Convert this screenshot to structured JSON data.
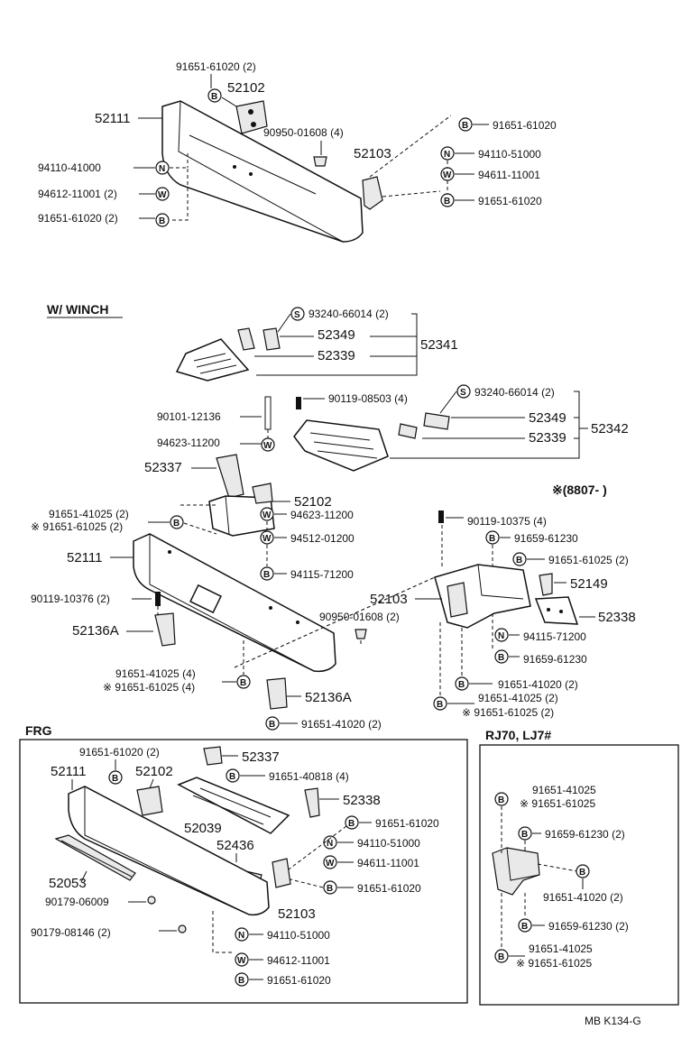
{
  "sections": {
    "winch_title": "W/ WINCH",
    "date_note": "※(8807-       )",
    "frg_title": "FRG",
    "rj70_title": "RJ70, LJ7#"
  },
  "footer": {
    "code": "MB  K134-G"
  },
  "symbols": {
    "B": "B",
    "N": "N",
    "W": "W",
    "S": "S"
  },
  "top": {
    "bolt_52102_label": "91651-61020 (2)",
    "bracket_52102": "52102",
    "bumper_52111": "52111",
    "plug": "90950-01608 (4)",
    "bracket_52103": "52103",
    "nut_left": "94110-41000",
    "washer_left": "94612-11001 (2)",
    "bolt_left": "91651-61020 (2)",
    "bolt_r1": "91651-61020",
    "nut_r": "94110-51000",
    "washer_r": "94611-11001",
    "bolt_r2": "91651-61020"
  },
  "winch": {
    "screw_a": "93240-66014 (2)",
    "p52349_a": "52349",
    "p52339_a": "52339",
    "p52341": "52341",
    "bolt_90119_08503": "90119-08503 (4)",
    "screw_b": "93240-66014 (2)",
    "p52349_b": "52349",
    "p52339_b": "52339",
    "p52342": "52342",
    "bolt_90101": "90101-12136",
    "washer_94623_a": "94623-11200",
    "p52337": "52337",
    "p52102": "52102",
    "bolt_41025_2": "91651-41025 (2)",
    "bolt_61025_2": "※ 91651-61025 (2)",
    "bumper_52111": "52111",
    "washer_94623_b": "94623-11200",
    "washer_94512": "94512-01200",
    "bolt_94115": "94115-71200",
    "bolt_90119_10376": "90119-10376 (2)",
    "p52136A_a": "52136A",
    "plug_2": "90950-01608 (2)",
    "bolt_41025_4": "91651-41025 (4)",
    "bolt_61025_4": "※ 91651-61025 (4)",
    "p52136A_b": "52136A",
    "bolt_41020_2": "91651-41020 (2)",
    "bolt_90119_10375": "90119-10375 (4)",
    "bolt_91659_a": "91659-61230",
    "bolt_91651_61025_2": "91651-61025 (2)",
    "p52103": "52103",
    "p52149": "52149",
    "p52338": "52338",
    "nut_94115": "94115-71200",
    "bolt_91659_b": "91659-61230",
    "bolt_91651_41020_2": "91651-41020 (2)",
    "bolt_91651_41025_2b": "91651-41025 (2)",
    "bolt_91651_61025_2b": "※ 91651-61025 (2)"
  },
  "frg": {
    "bolt_61020_2": "91651-61020 (2)",
    "p52111": "52111",
    "p52102": "52102",
    "p52337": "52337",
    "bolt_40818": "91651-40818 (4)",
    "p52338": "52338",
    "p52039": "52039",
    "bolt_61020": "91651-61020",
    "p52436": "52436",
    "nut_51000": "94110-51000",
    "washer_11001": "94611-11001",
    "p52053": "52053",
    "bolt_61020_b": "91651-61020",
    "clip_06009": "90179-06009",
    "p52103": "52103",
    "clip_08146": "90179-08146 (2)",
    "nut_51000_b": "94110-51000",
    "washer_12": "94612-11001",
    "bolt_61020_c": "91651-61020"
  },
  "rj70": {
    "bolt_41025": "91651-41025",
    "bolt_61025": "※ 91651-61025",
    "bolt_91659_a": "91659-61230 (2)",
    "bolt_41020": "91651-41020 (2)",
    "bolt_91659_b": "91659-61230 (2)",
    "bolt_41025_b": "91651-41025",
    "bolt_61025_b": "※ 91651-61025"
  }
}
